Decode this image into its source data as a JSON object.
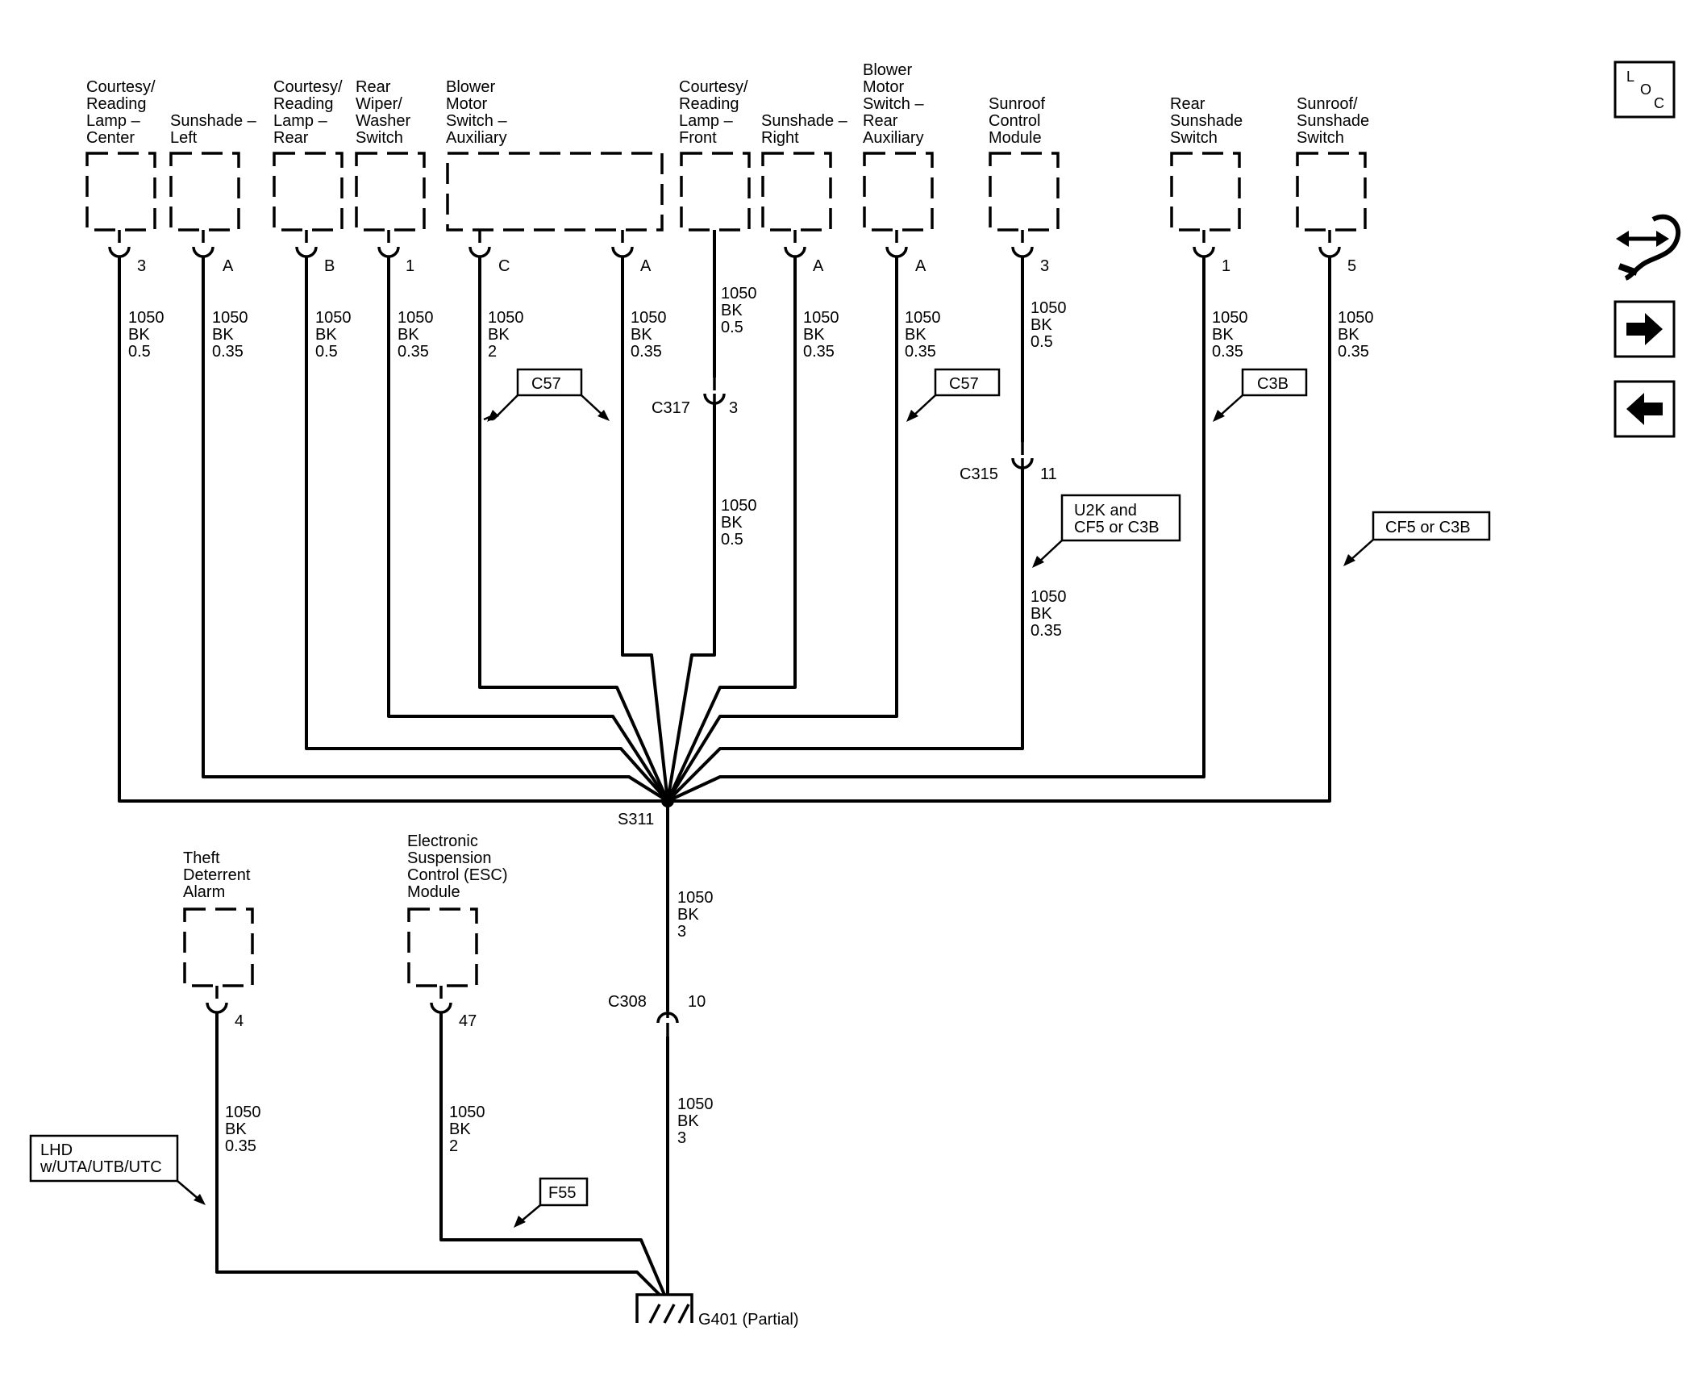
{
  "components": {
    "courtesy_center": [
      "Courtesy/",
      "Reading",
      "Lamp –",
      "Center"
    ],
    "sunshade_left": [
      "Sunshade –",
      "Left"
    ],
    "courtesy_rear": [
      "Courtesy/",
      "Reading",
      "Lamp –",
      "Rear"
    ],
    "rear_wiper": [
      "Rear",
      "Wiper/",
      "Washer",
      "Switch"
    ],
    "blower_aux": [
      "Blower",
      "Motor",
      "Switch –",
      "Auxiliary"
    ],
    "courtesy_front": [
      "Courtesy/",
      "Reading",
      "Lamp –",
      "Front"
    ],
    "sunshade_right": [
      "Sunshade –",
      "Right"
    ],
    "blower_rear_aux": [
      "Blower",
      "Motor",
      "Switch –",
      "Rear",
      "Auxiliary"
    ],
    "sunroof_module": [
      "Sunroof",
      "Control",
      "Module"
    ],
    "rear_sunshade_switch": [
      "Rear",
      "Sunshade",
      "Switch"
    ],
    "sunroof_sunshade_switch": [
      "Sunroof/",
      "Sunshade",
      "Switch"
    ],
    "theft_alarm": [
      "Theft",
      "Deterrent",
      "Alarm"
    ],
    "esc_module": [
      "Electronic",
      "Suspension",
      "Control (ESC)",
      "Module"
    ]
  },
  "pins": {
    "courtesy_center": "3",
    "sunshade_left": "A",
    "courtesy_rear": "B",
    "rear_wiper": "1",
    "blower_aux_c": "C",
    "blower_aux_a": "A",
    "sunshade_right": "A",
    "blower_rear_aux": "A",
    "sunroof_module": "3",
    "rear_sunshade_switch": "1",
    "sunroof_sunshade_switch": "5",
    "theft_alarm": "4",
    "esc_module": "47"
  },
  "wires": {
    "w1": [
      "1050",
      "BK",
      "0.5"
    ],
    "w2": [
      "1050",
      "BK",
      "0.35"
    ],
    "w3": [
      "1050",
      "BK",
      "0.5"
    ],
    "w4": [
      "1050",
      "BK",
      "0.35"
    ],
    "w5": [
      "1050",
      "BK",
      "2"
    ],
    "w6": [
      "1050",
      "BK",
      "0.35"
    ],
    "w7a": [
      "1050",
      "BK",
      "0.5"
    ],
    "w7b": [
      "1050",
      "BK",
      "0.5"
    ],
    "w8": [
      "1050",
      "BK",
      "0.35"
    ],
    "w9": [
      "1050",
      "BK",
      "0.35"
    ],
    "w10a": [
      "1050",
      "BK",
      "0.5"
    ],
    "w10b": [
      "1050",
      "BK",
      "0.35"
    ],
    "w11": [
      "1050",
      "BK",
      "0.35"
    ],
    "w12": [
      "1050",
      "BK",
      "0.35"
    ],
    "trunk_a": [
      "1050",
      "BK",
      "3"
    ],
    "trunk_b": [
      "1050",
      "BK",
      "3"
    ],
    "theft": [
      "1050",
      "BK",
      "0.35"
    ],
    "esc": [
      "1050",
      "BK",
      "2"
    ]
  },
  "connectors": {
    "c317": "C317",
    "c317_pin": "3",
    "c315": "C315",
    "c315_pin": "11",
    "c308": "C308",
    "c308_pin": "10",
    "splice": "S311",
    "ground": "G401 (Partial)"
  },
  "options": {
    "c57_left": "C57",
    "c57_right": "C57",
    "c3b": "C3B",
    "u2k": [
      "U2K and",
      "CF5 or C3B"
    ],
    "cf5": "CF5 or C3B",
    "lhd": [
      "LHD",
      "w/UTA/UTB/UTC"
    ],
    "f55": "F55"
  },
  "nav": {
    "loc": [
      "L",
      "O",
      "C"
    ],
    "loc_icon": "loc-icon",
    "wiring_icon": "wiring-harness-icon",
    "next_icon": "arrow-right-icon",
    "prev_icon": "arrow-left-icon"
  }
}
